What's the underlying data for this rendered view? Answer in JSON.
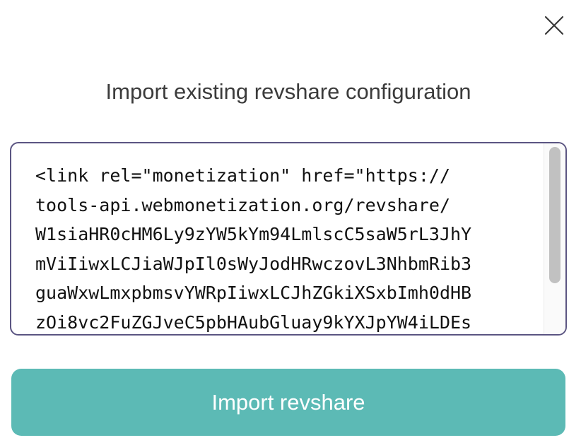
{
  "dialog": {
    "title": "Import existing revshare configuration",
    "close_icon": "close-icon",
    "code_lines": [
      "<link rel=\"monetization\" href=\"https://",
      "tools-api.webmonetization.org/revshare/",
      "W1siaHR0cHM6Ly9zYW5kYm94LmlscC5saW5rL3JhY",
      "mViIiwxLCJiaWJpIl0sWyJodHRwczovL3NhbmRib3",
      "guaWxwLmxpbmsvYWRpIiwxLCJhZGkiXSxbImh0dHB",
      "zOi8vc2FuZGJveC5pbHAubGluay9kYXJpYW4iLDEs"
    ],
    "scroll_position": 0,
    "import_button_label": "Import revshare",
    "colors": {
      "accent": "#5cbab5",
      "border": "#5b5582",
      "title_text": "#3b3b3b"
    }
  }
}
